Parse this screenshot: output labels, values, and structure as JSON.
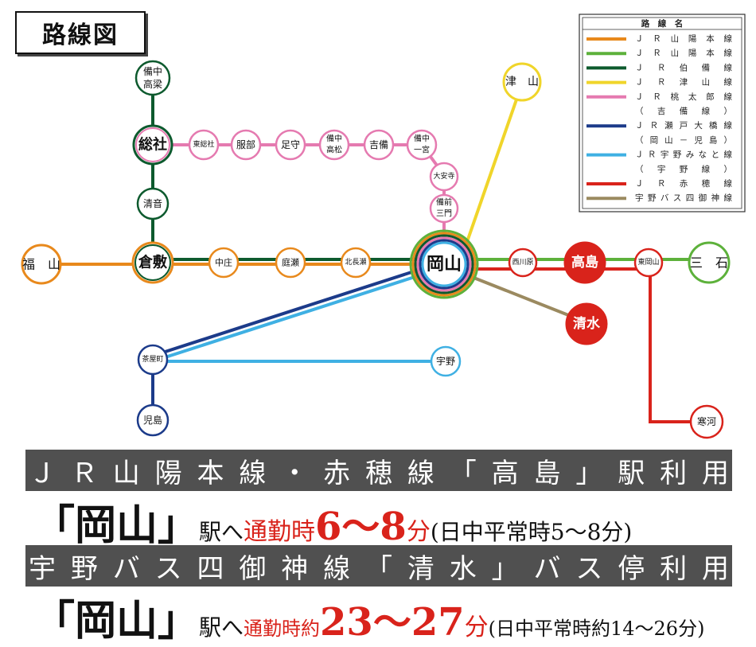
{
  "title": "路線図",
  "legend": {
    "header": "路　線　名",
    "items": [
      {
        "label": "ＪＲ山陽本線",
        "color": "#e8891c"
      },
      {
        "label": "ＪＲ山陽本線",
        "color": "#5db13b"
      },
      {
        "label": "ＪＲ伯備線",
        "color": "#0d5a2e"
      },
      {
        "label": "ＪＲ津山線",
        "color": "#f0d52a"
      },
      {
        "label": "ＪＲ桃太郎線",
        "color": "#e57ab0"
      },
      {
        "label": "（吉備線）",
        "color": null
      },
      {
        "label": "ＪＲ瀬戸大橋線",
        "color": "#1c3b8a"
      },
      {
        "label": "（岡山－児島）",
        "color": null
      },
      {
        "label": "ＪＲ宇野みなと線",
        "color": "#3fb0e3"
      },
      {
        "label": "（宇野線）",
        "color": null
      },
      {
        "label": "ＪＲ赤穂線",
        "color": "#d9231b"
      },
      {
        "label": "宇野バス四御神線",
        "color": "#9b8a60"
      }
    ]
  },
  "stations": {
    "bitchu_takahashi": "備中\n高梁",
    "soja": "総社",
    "kiyone": "清音",
    "kurashiki": "倉敷",
    "fukuyama": "福　山",
    "nakasho": "中庄",
    "niwase": "庭瀬",
    "kitanagase": "北長瀬",
    "okayama": "岡山",
    "higashi_soja": "東総社",
    "hattori": "服部",
    "ashimori": "足守",
    "bitchu_takamatsu": "備中\n高松",
    "kibi": "吉備",
    "bitchu_ichinomiya": "備中\n一宮",
    "daianji": "大安寺",
    "bizen_mikado": "備前\n三門",
    "tsuyama": "津　山",
    "nishigawara": "西川原",
    "takashima": "高島",
    "higashi_okayama": "東岡山",
    "mitsuishi": "三　石",
    "shimizu": "清水",
    "kanga": "寒河",
    "chayamachi": "茶屋町",
    "kojima": "児島",
    "uno": "宇野"
  },
  "band1": "ＪＲ山陽本線・赤穂線「高島」駅利用",
  "info1": {
    "station": "「岡山」",
    "to": "駅へ",
    "commute_label": "通勤時",
    "commute_value": "6〜8",
    "commute_unit": "分",
    "normal": "(日中平常時5〜8分)"
  },
  "band2": "宇野バス四御神線「清水」バス停利用",
  "info2": {
    "station": "「岡山」",
    "to": "駅へ",
    "commute_label": "通勤時約",
    "commute_value": "23〜27",
    "commute_unit": "分",
    "normal": "(日中平常時約14〜26分)"
  }
}
